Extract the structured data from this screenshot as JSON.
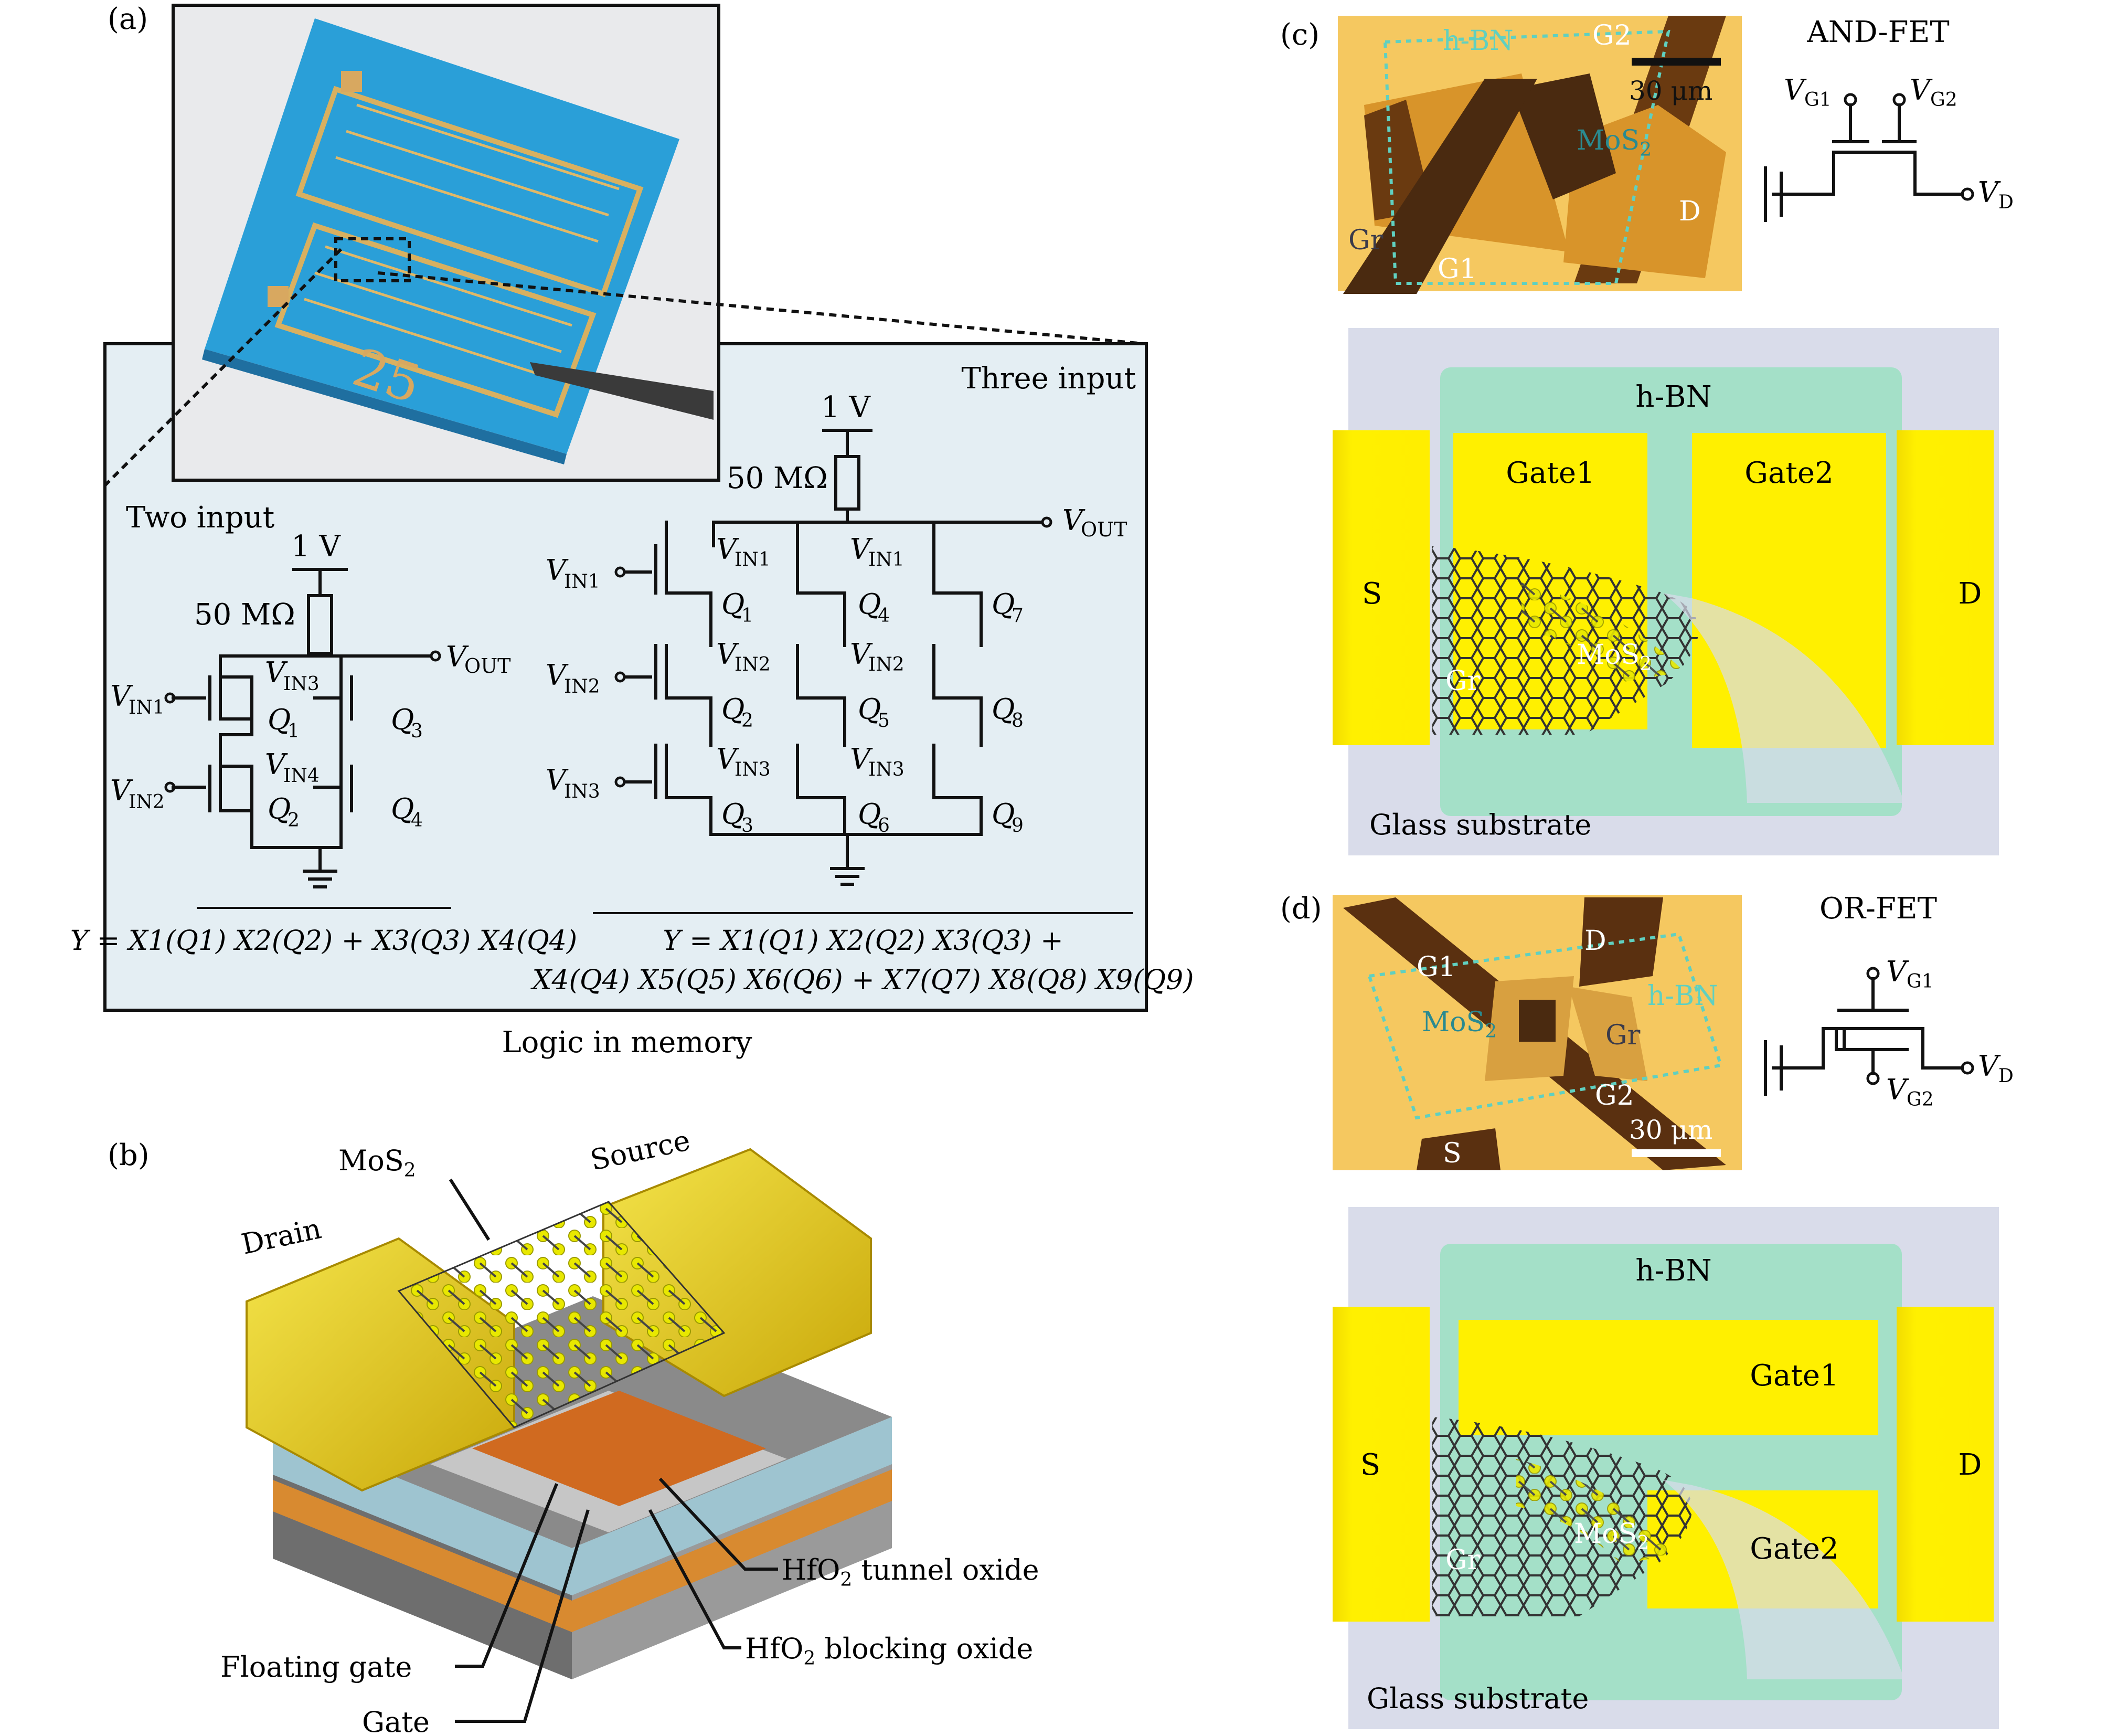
{
  "panels": {
    "a": "(a)",
    "b": "(b)",
    "c": "(c)",
    "d": "(d)"
  },
  "panel_a": {
    "chip_number": "25",
    "three_input_title": "Three input",
    "two_input_title": "Two input",
    "supply_1v": "1 V",
    "resistor": "50 MΩ",
    "vout": "OUT",
    "vin1": "IN1",
    "vin2": "IN2",
    "vin3": "IN3",
    "vin4": "IN4",
    "q_two": [
      "1",
      "2",
      "3",
      "4"
    ],
    "q_three": [
      "1",
      "2",
      "3",
      "4",
      "5",
      "6",
      "7",
      "8",
      "9"
    ],
    "eq_two": "Y = X1(Q1) X2(Q2) + X3(Q3) X4(Q4)",
    "eq_three_line1": "Y = X1(Q1) X2(Q2) X3(Q3) +",
    "eq_three_line2": "X4(Q4) X5(Q5) X6(Q6) + X7(Q7) X8(Q8) X9(Q9)",
    "caption": "Logic in memory"
  },
  "panel_b": {
    "mos2": "MoS",
    "source": "Source",
    "drain": "Drain",
    "tunnel_oxide": "HfO tunnel oxide",
    "blocking_oxide": "HfO blocking oxide",
    "floating_gate": "Floating gate",
    "gate": "Gate"
  },
  "panel_c": {
    "title": "AND-FET",
    "hbn": "h-BN",
    "g1": "G1",
    "g2": "G2",
    "scale": "30 μm",
    "mos2": "MoS",
    "gr": "Gr",
    "d": "D",
    "vg1": "G1",
    "vg2": "G2",
    "vd": "D",
    "schem_hbn": "h-BN",
    "gate1": "Gate1",
    "gate2": "Gate2",
    "s": "S",
    "dd": "D",
    "glass": "Glass substrate"
  },
  "panel_d": {
    "title": "OR-FET",
    "hbn": "h-BN",
    "g1": "G1",
    "g2": "G2",
    "scale": "30 μm",
    "mos2": "MoS",
    "gr": "Gr",
    "d": "D",
    "s": "S",
    "vg1": "G1",
    "vg2": "G2",
    "vd": "D",
    "schem_hbn": "h-BN",
    "gate1": "Gate1",
    "gate2": "Gate2",
    "ss": "S",
    "dd": "D",
    "glass": "Glass substrate"
  }
}
